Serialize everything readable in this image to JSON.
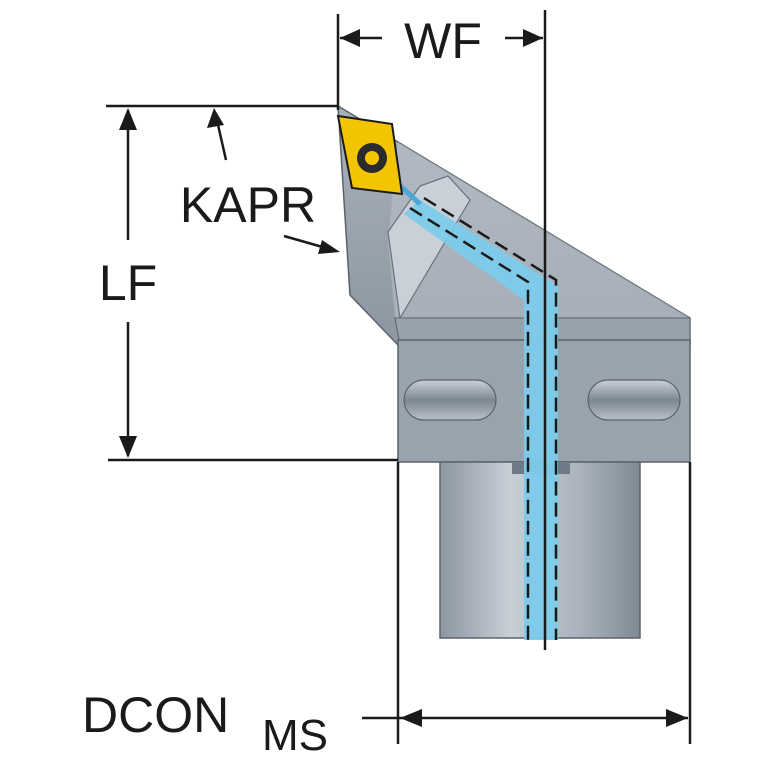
{
  "labels": {
    "wf": "WF",
    "kapr": "KAPR",
    "lf": "LF",
    "dcon": "DCON",
    "dcon_sub": "MS"
  },
  "colors": {
    "body_gray": "#9aa4af",
    "body_dark": "#6f7a86",
    "body_light": "#c4cbd3",
    "coolant": "#7ccbea",
    "insert": "#f2c500",
    "line": "#1a1a1a"
  }
}
